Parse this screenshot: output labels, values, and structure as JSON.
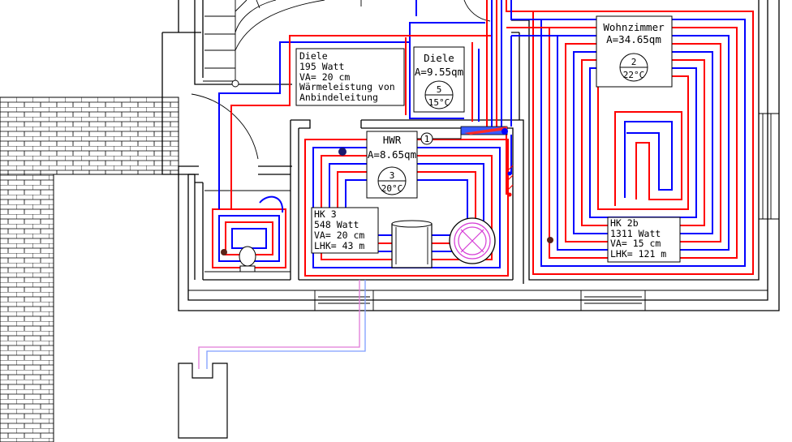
{
  "diele_info": {
    "title": "Diele",
    "power": "195 Watt",
    "va": "VA= 20 cm",
    "note1": "Wärmeleistung von",
    "note2": "Anbindeleitung"
  },
  "room_diele": {
    "name": "Diele",
    "area": "A=9.55qm",
    "number": "5",
    "temp": "15°C"
  },
  "room_wohnzimmer": {
    "name": "Wohnzimmer",
    "area": "A=34.65qm",
    "number": "2",
    "temp": "22°C"
  },
  "room_hwr": {
    "name": "HWR",
    "area": "A=8.65qm",
    "number": "3",
    "temp": "20°C"
  },
  "manifold_marker": "1",
  "circuit_hk3": {
    "name": "HK 3",
    "power": "548 Watt",
    "va": "VA= 20 cm",
    "lhk": "LHK= 43 m"
  },
  "circuit_hk2b": {
    "name": "HK 2b",
    "power": "1311 Watt",
    "va": "VA= 15 cm",
    "lhk": "LHK= 121 m"
  },
  "colors": {
    "supply": "#ff0000",
    "return": "#0000ff",
    "connection_pink": "#e07ad8",
    "connection_blue": "#7f9dff",
    "wall": "#000000"
  }
}
